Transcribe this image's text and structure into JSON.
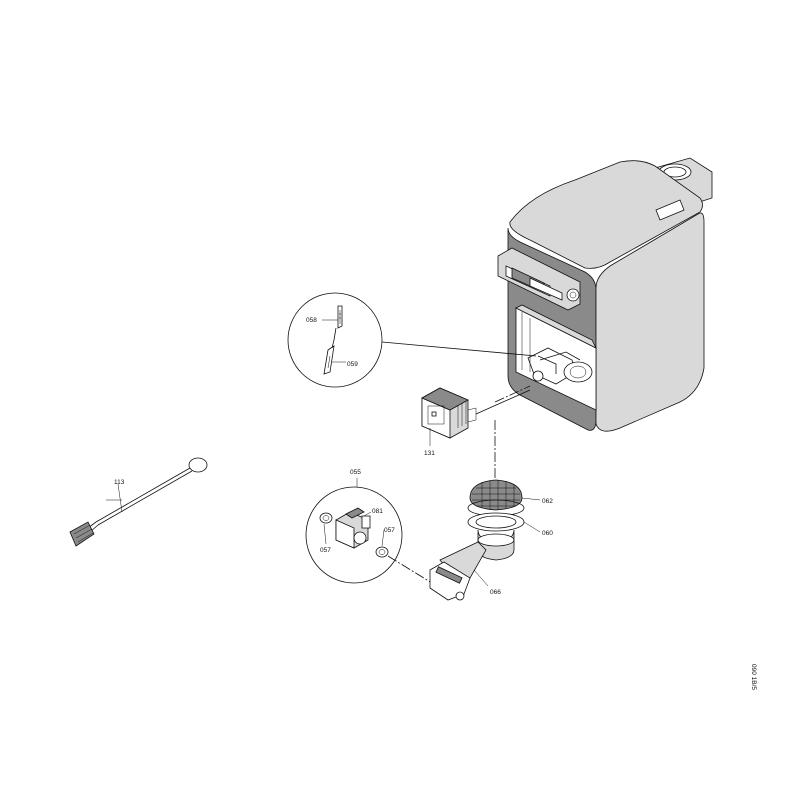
{
  "labels": {
    "p058": "058",
    "p059": "059",
    "p131": "131",
    "p113": "113",
    "p055": "055",
    "p081": "081",
    "p057a": "057",
    "p057b": "057",
    "p062": "062",
    "p060": "060",
    "p066": "066",
    "drawing_code": "090 1B/5"
  }
}
